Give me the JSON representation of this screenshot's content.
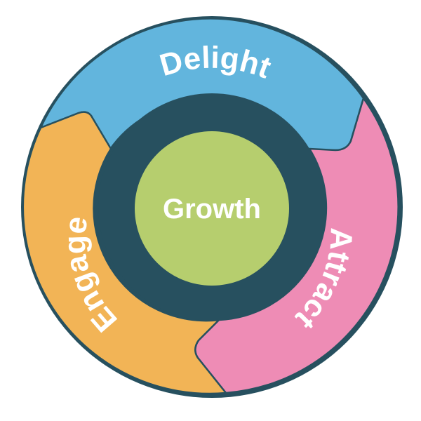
{
  "diagram": {
    "center_label": "Growth",
    "segments": [
      {
        "id": "delight",
        "label": "Delight",
        "color": "#62B5DD"
      },
      {
        "id": "attract",
        "label": "Attract",
        "color": "#EE8CB5"
      },
      {
        "id": "engage",
        "label": "Engage",
        "color": "#F2B456"
      }
    ],
    "colors": {
      "outline": "#27505F",
      "hub_ring": "#27505F",
      "hub_center": "#B6CE6E",
      "text": "#FFFFFF"
    }
  }
}
